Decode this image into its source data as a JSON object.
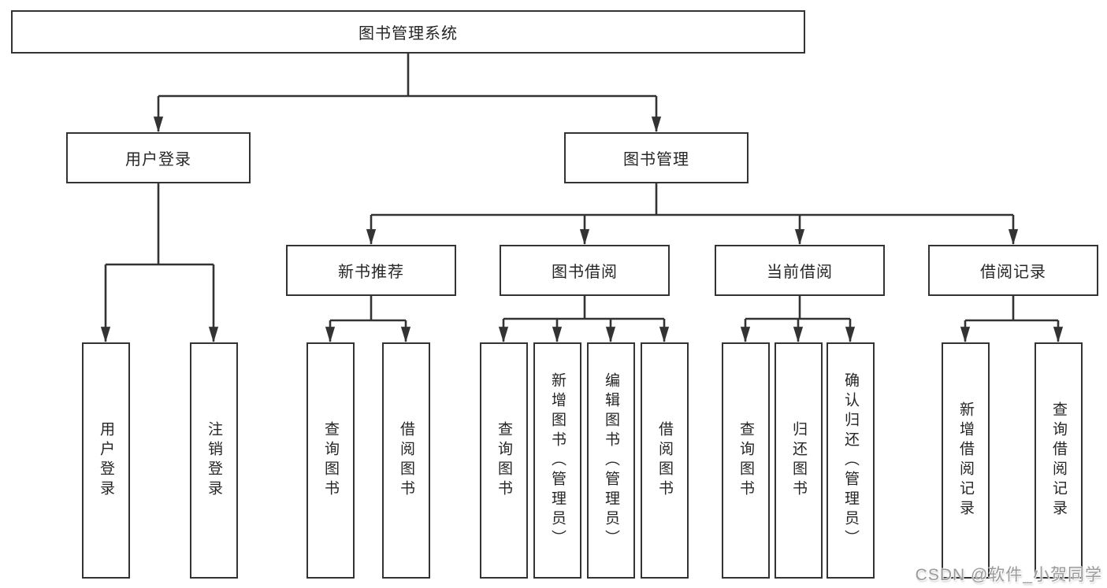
{
  "diagram": {
    "nodes": {
      "root": "图书管理系统",
      "user_login": "用户登录",
      "book_mgmt": "图书管理",
      "new_book_rec": "新书推荐",
      "book_borrow": "图书借阅",
      "current_borrow": "当前借阅",
      "borrow_records": "借阅记录",
      "leaf_user_login": "用户登录",
      "leaf_logout": "注销登录",
      "leaf_query_book_1": "查询图书",
      "leaf_borrow_book_1": "借阅图书",
      "leaf_query_book_2": "查询图书",
      "leaf_add_book": "新增图书（管理员）",
      "leaf_edit_book": "编辑图书（管理员）",
      "leaf_borrow_book_2": "借阅图书",
      "leaf_query_book_3": "查询图书",
      "leaf_return_book": "归还图书",
      "leaf_confirm_return": "确认归还（管理员）",
      "leaf_add_record": "新增借阅记录",
      "leaf_query_record": "查询借阅记录"
    }
  },
  "watermark": "CSDN @软件_小贺同学",
  "colors": {
    "line": "#333333",
    "text": "#262626",
    "box_bg": "#ffffff",
    "watermark": "#9a9a9a"
  }
}
